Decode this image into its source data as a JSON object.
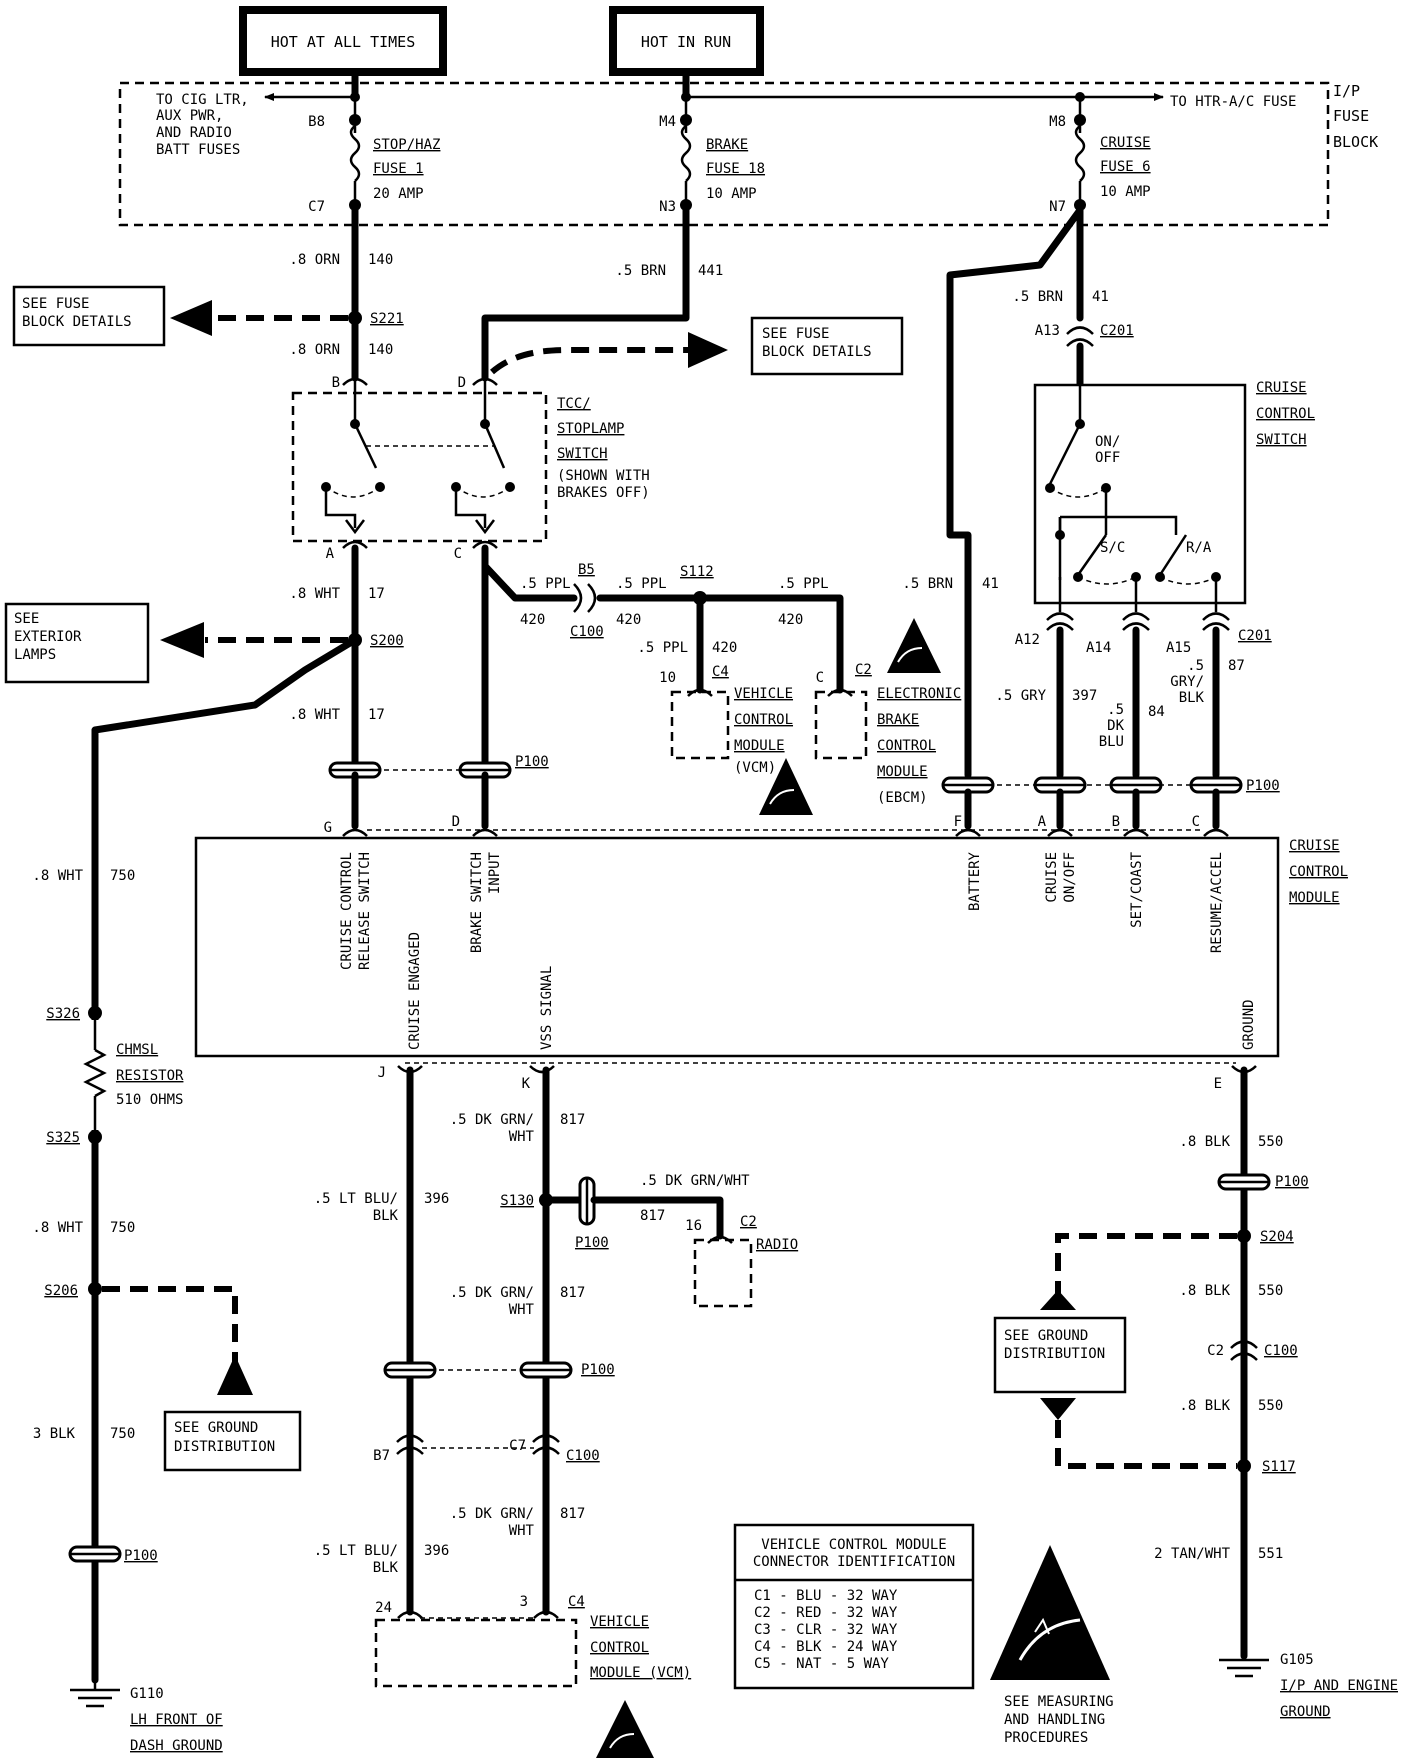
{
  "headers": {
    "hot_all_times": "HOT AT ALL TIMES",
    "hot_in_run": "HOT IN RUN"
  },
  "fuse_block": {
    "title": [
      "I/P",
      "FUSE",
      "BLOCK"
    ],
    "to_cig": [
      "TO CIG LTR,",
      "AUX PWR,",
      "AND RADIO",
      "BATT FUSES"
    ],
    "to_htr": "TO HTR-A/C FUSE",
    "fuses": [
      {
        "top": "B8",
        "bottom": "C7",
        "name": "STOP/HAZ",
        "fuse": "FUSE 1",
        "amp": "20 AMP"
      },
      {
        "top": "M4",
        "bottom": "N3",
        "name": "BRAKE",
        "fuse": "FUSE 18",
        "amp": "10 AMP"
      },
      {
        "top": "M8",
        "bottom": "N7",
        "name": "CRUISE",
        "fuse": "FUSE 6",
        "amp": "10 AMP"
      }
    ]
  },
  "wires": {
    "w140a": ".8 ORN",
    "c140": "140",
    "w140b": ".8 ORN",
    "w441": ".5 BRN",
    "c441": "441",
    "w41a": ".5 BRN",
    "c41": "41",
    "w41b": ".5 BRN",
    "w17a": ".8 WHT",
    "c17": "17",
    "w17b": ".8 WHT",
    "w420": ".5 PPL",
    "c420": "420",
    "w750": ".8 WHT",
    "c750": "750",
    "w750b": ".8 WHT",
    "w750c": "3 BLK",
    "w397": ".5 GRY",
    "c397": "397",
    "w84": [
      ".5",
      "DK",
      "BLU"
    ],
    "c84": "84",
    "w87": [
      ".5",
      "GRY/",
      "BLK"
    ],
    "c87": "87",
    "w396": ".5 LT BLU/",
    "w396b": "BLK",
    "c396": "396",
    "w817": ".5 DK GRN/",
    "w817b": "WHT",
    "c817": "817",
    "w817r": ".5 DK GRN/WHT",
    "w550": ".8 BLK",
    "c550": "550",
    "w551": "2 TAN/WHT",
    "c551": "551"
  },
  "splices": {
    "s221": "S221",
    "s200": "S200",
    "s112": "S112",
    "s326": "S326",
    "s325": "S325",
    "s206": "S206",
    "s130": "S130",
    "s204": "S204",
    "s117": "S117"
  },
  "connectors": {
    "c201": "C201",
    "a13": "A13",
    "b5": "B5",
    "c100": "C100",
    "p100": "P100",
    "a12": "A12",
    "a14": "A14",
    "a15": "A15",
    "c4": "C4",
    "c2": "C2",
    "pin10": "10",
    "pinC": "C",
    "pin16": "16",
    "b7": "B7",
    "c7": "C7",
    "pin24": "24",
    "pin3": "3"
  },
  "pins": {
    "B": "B",
    "D": "D",
    "A": "A",
    "C": "C",
    "G": "G",
    "F": "F",
    "E": "E",
    "J": "J",
    "K": "K"
  },
  "refs": {
    "fuse_left": [
      "SEE FUSE",
      "BLOCK DETAILS"
    ],
    "fuse_right": [
      "SEE FUSE",
      "BLOCK DETAILS"
    ],
    "exterior": [
      "SEE",
      "EXTERIOR",
      "LAMPS"
    ],
    "ground_left": [
      "SEE GROUND",
      "DISTRIBUTION"
    ],
    "ground_right": [
      "SEE GROUND",
      "DISTRIBUTION"
    ],
    "measuring": [
      "SEE MEASURING",
      "AND HANDLING",
      "PROCEDURES"
    ]
  },
  "tcc_switch": {
    "label": [
      "TCC/",
      "STOPLAMP",
      "SWITCH"
    ],
    "note": [
      "(SHOWN WITH",
      "BRAKES OFF)"
    ]
  },
  "cruise_switch": {
    "label": [
      "CRUISE",
      "CONTROL",
      "SWITCH"
    ],
    "on_off": [
      "ON/",
      "OFF"
    ],
    "sc": "S/C",
    "ra": "R/A"
  },
  "modules": {
    "vcm": [
      "VEHICLE",
      "CONTROL",
      "MODULE",
      "(VCM)"
    ],
    "ebcm": [
      "ELECTRONIC",
      "BRAKE",
      "CONTROL",
      "MODULE",
      "(EBCM)"
    ],
    "ccm": [
      "CRUISE",
      "CONTROL",
      "MODULE"
    ],
    "radio": "RADIO",
    "vcm_bottom": [
      "VEHICLE",
      "CONTROL",
      "MODULE (VCM)"
    ]
  },
  "ccm_terminals": {
    "release": [
      "CRUISE CONTROL",
      "RELEASE SWITCH"
    ],
    "brake_input": [
      "BRAKE SWITCH",
      "INPUT"
    ],
    "engaged": "CRUISE ENGAGED",
    "vss": "VSS SIGNAL",
    "battery": "BATTERY",
    "on_off": [
      "CRUISE",
      "ON/OFF"
    ],
    "set_coast": "SET/COAST",
    "resume": "RESUME/ACCEL",
    "ground": "GROUND"
  },
  "resistor": [
    "CHMSL",
    "RESISTOR",
    "510 OHMS"
  ],
  "grounds": {
    "g110": [
      "G110",
      "LH FRONT OF",
      "DASH GROUND"
    ],
    "g105": [
      "G105",
      "I/P AND ENGINE",
      "GROUND"
    ]
  },
  "vcm_table": {
    "title": [
      "VEHICLE CONTROL MODULE",
      "CONNECTOR IDENTIFICATION"
    ],
    "rows": [
      "C1 - BLU - 32 WAY",
      "C2 - RED - 32 WAY",
      "C3 - CLR - 32 WAY",
      "C4 - BLK - 24 WAY",
      "C5 - NAT - 5 WAY"
    ]
  }
}
